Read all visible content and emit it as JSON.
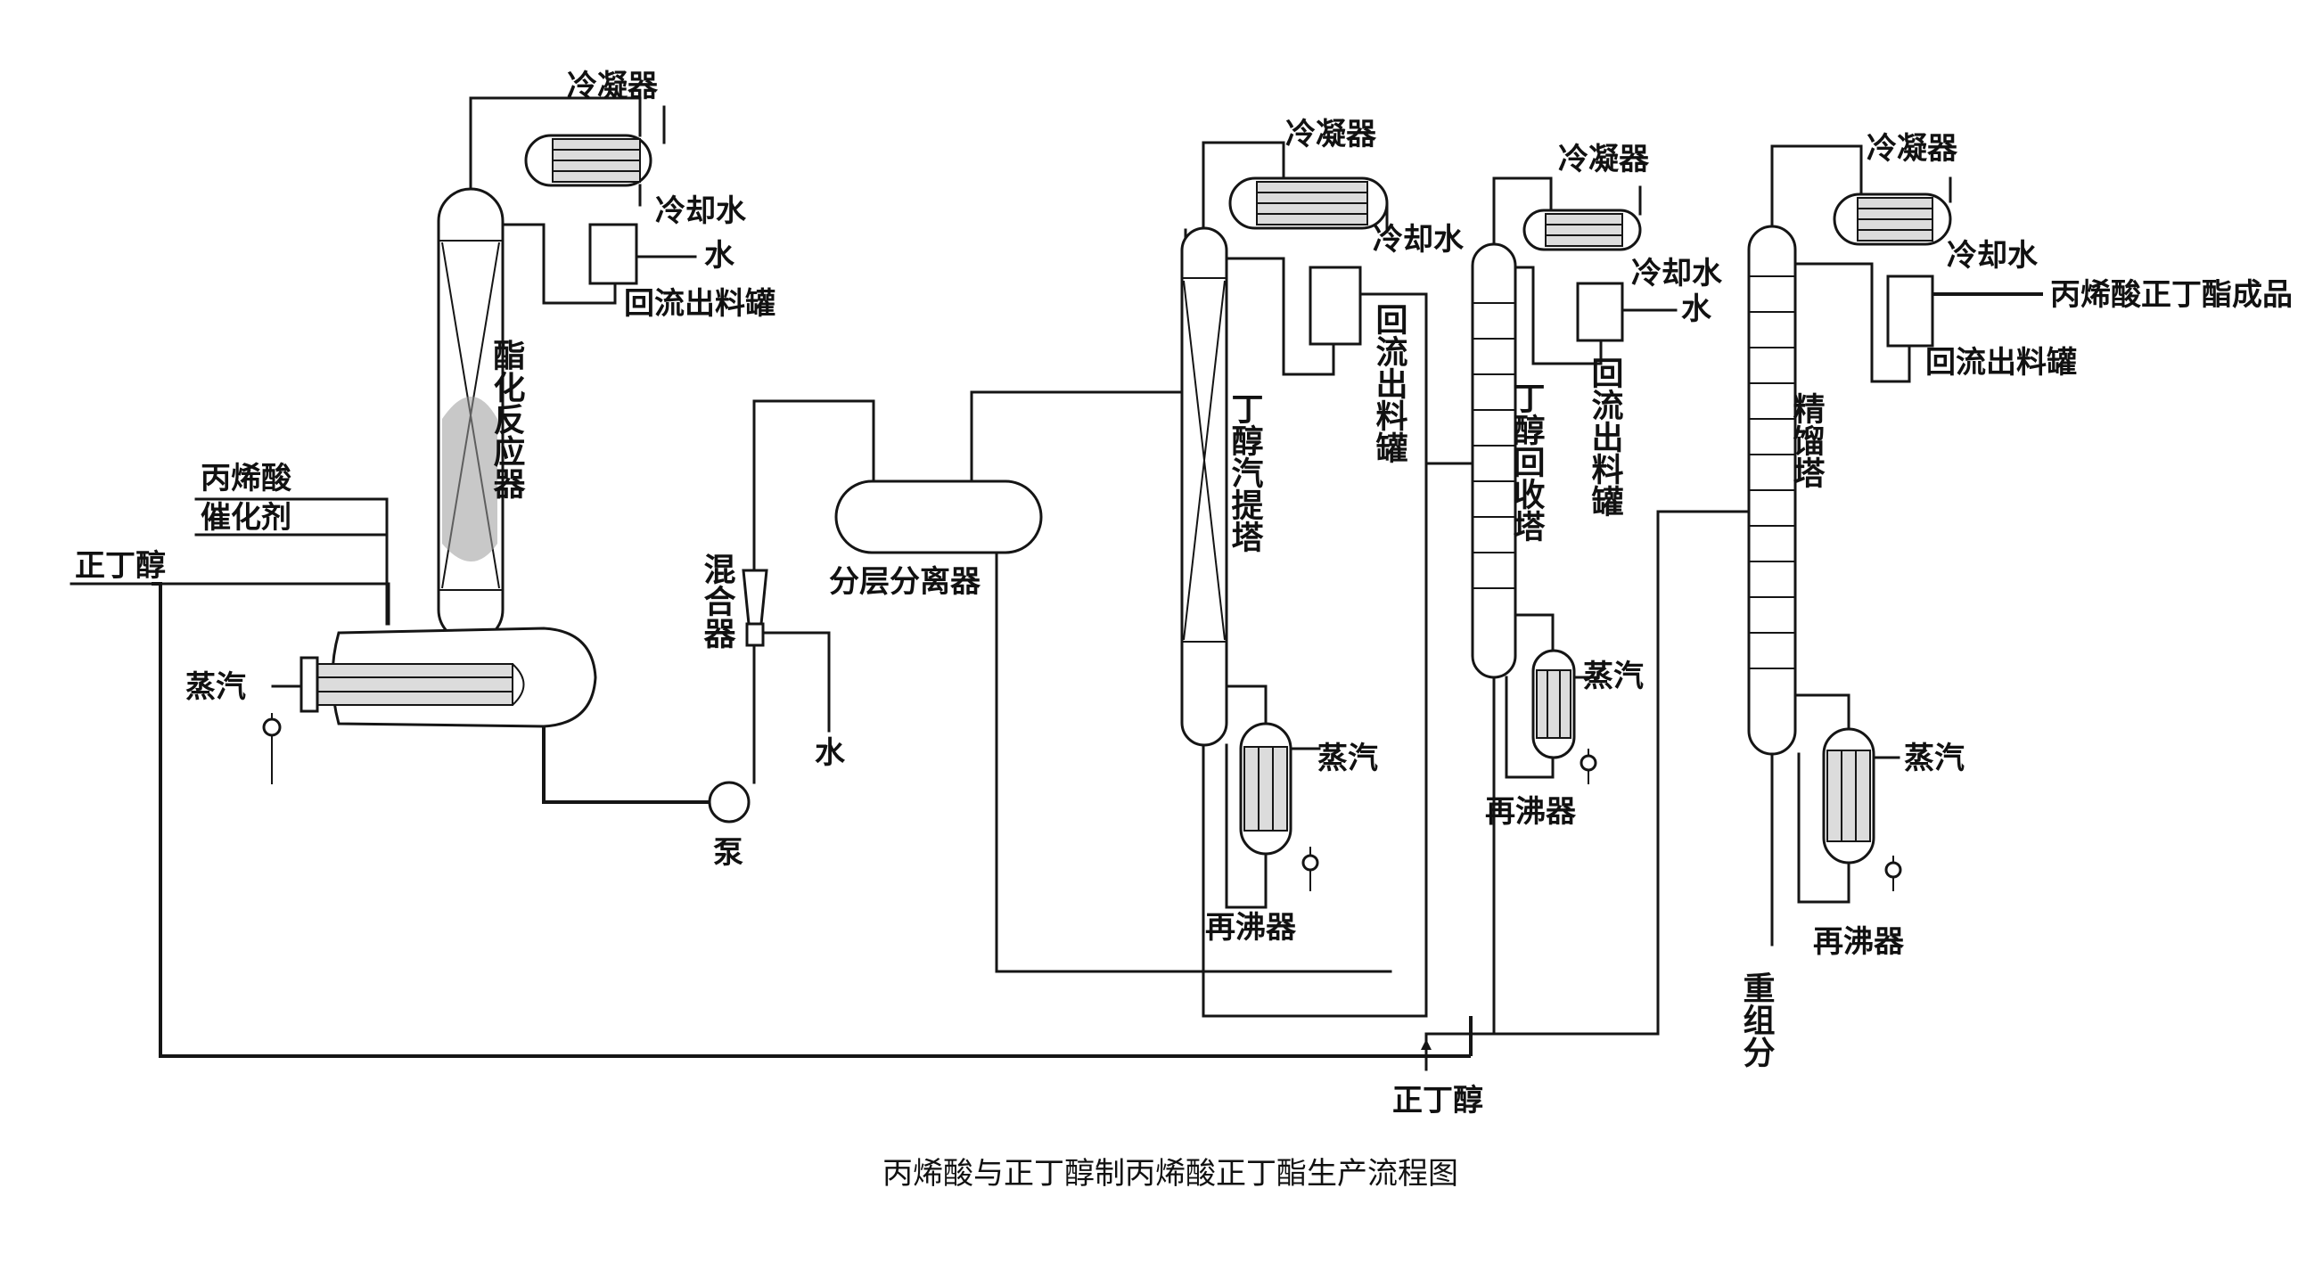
{
  "caption": "丙烯酸与正丁醇制丙烯酸正丁酯生产流程图",
  "inputs": {
    "acrylic_acid": "丙烯酸",
    "catalyst": "催化剂",
    "n_butanol_feed": "正丁醇"
  },
  "reactor": {
    "name": "酯化反应器",
    "condenser": "冷凝器",
    "cooling_water": "冷却水",
    "water_out": "水",
    "reflux_tank": "回流出料罐",
    "steam": "蒸汽"
  },
  "pump": "泵",
  "mixer": {
    "name": "混合器",
    "water_in": "水"
  },
  "separator": "分层分离器",
  "stripper": {
    "name": "丁醇汽提塔",
    "condenser": "冷凝器",
    "cooling_water": "冷却水",
    "reflux_tank": "回流出料罐",
    "steam": "蒸汽",
    "reboiler": "再沸器"
  },
  "recovery": {
    "name": "丁醇回收塔",
    "condenser": "冷凝器",
    "cooling_water": "冷却水",
    "water_out": "水",
    "reflux_tank": "回流出料罐",
    "steam": "蒸汽",
    "reboiler": "再沸器"
  },
  "rectifier": {
    "name": "精馏塔",
    "condenser": "冷凝器",
    "cooling_water": "冷却水",
    "reflux_tank": "回流出料罐",
    "product": "丙烯酸正丁酯成品",
    "steam": "蒸汽",
    "reboiler": "再沸器",
    "heavy_ends": "重组分"
  },
  "recycle_butanol": "正丁醇"
}
